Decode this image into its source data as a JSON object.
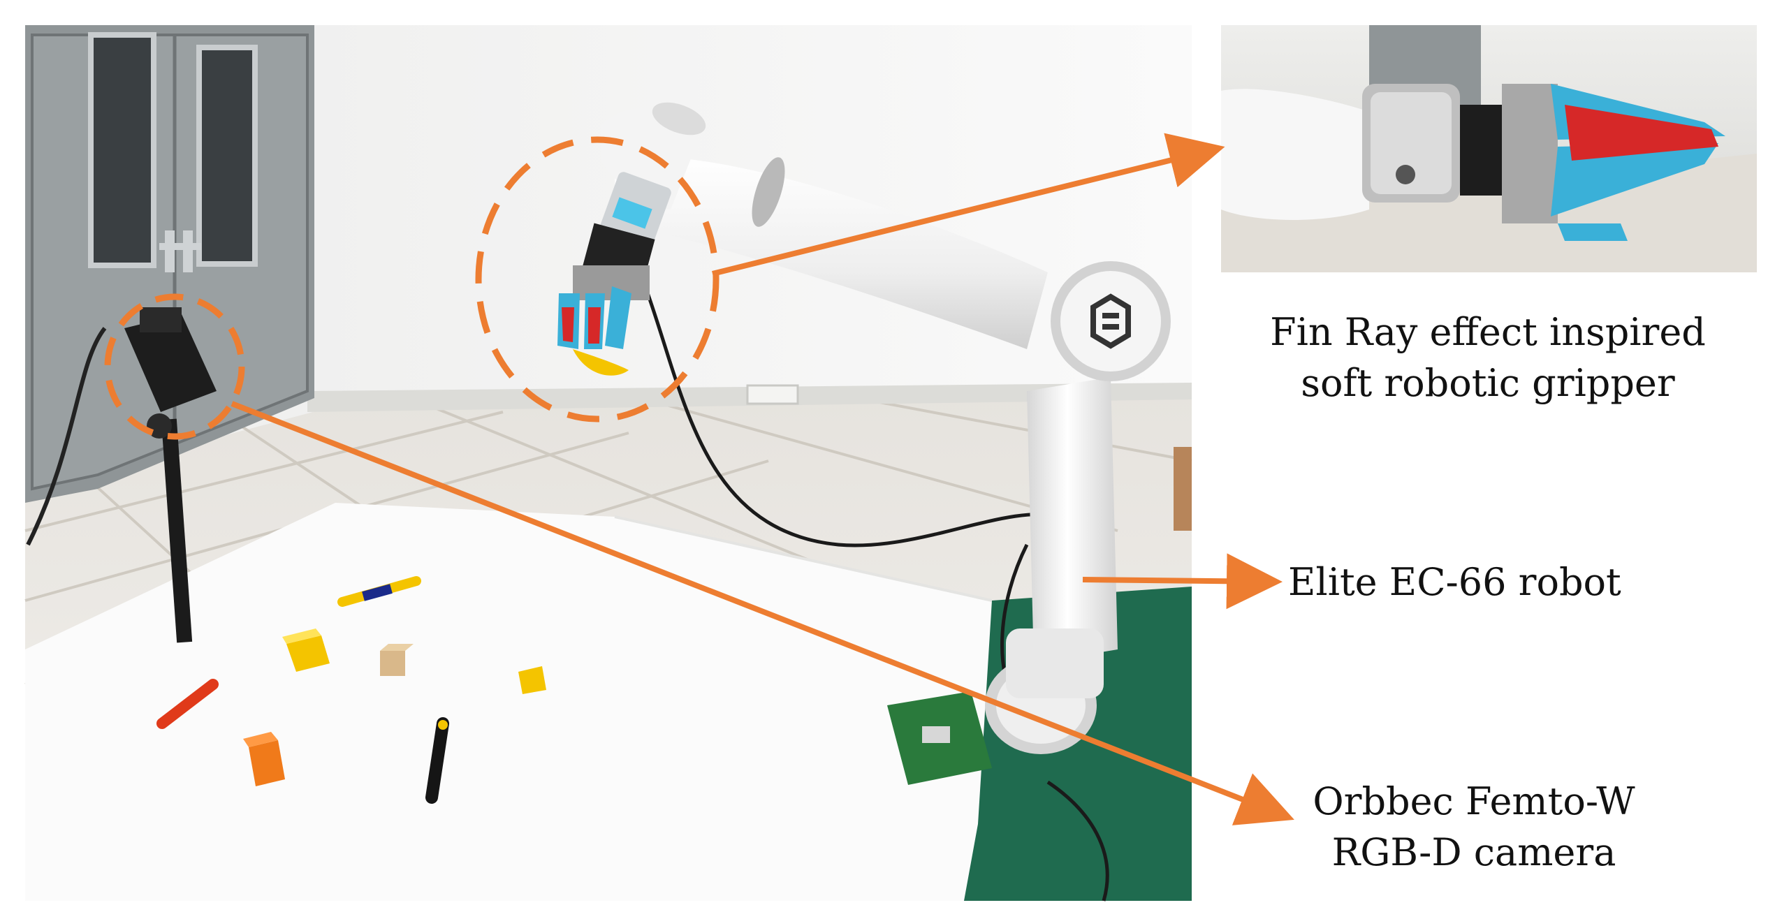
{
  "labels": {
    "gripper_line1": "Fin Ray effect inspired",
    "gripper_line2": "soft robotic gripper",
    "robot": "Elite EC-66 robot",
    "camera_line1": "Orbbec Femto-W",
    "camera_line2": "RGB-D camera"
  },
  "colors": {
    "annotation_orange": "#ED7D31",
    "robot_white": "#f2f2f2",
    "table_cloth": "#fbfbfb",
    "floor_tile": "#e9e6e0",
    "door_gray": "#8f9597",
    "green_mat": "#1f6b4f",
    "finger_blue": "#3ab0d8",
    "finger_red": "#d62828",
    "object_yellow": "#f4c400",
    "object_orange": "#f07a1a",
    "object_red": "#e03a1a",
    "object_wood": "#d9b88a"
  },
  "icons": {
    "robot_logo": "elite-logo-icon",
    "door_handle": "door-handle-icon"
  }
}
